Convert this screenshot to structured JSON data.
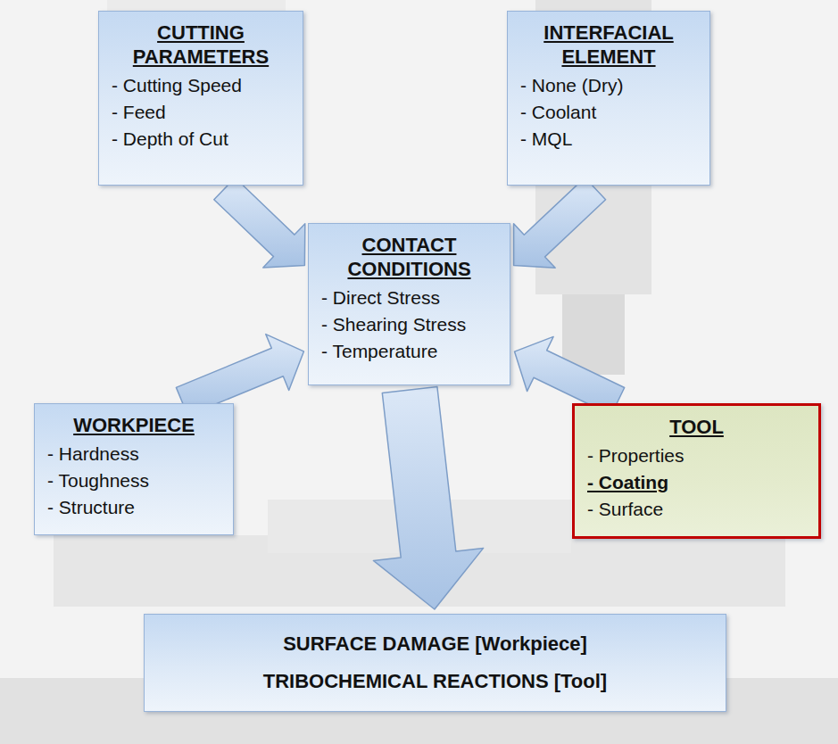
{
  "diagram": {
    "nodes": [
      {
        "text": [
          "CUTTING PARAMETERS",
          "- Cutting Speed",
          "- Feed",
          "- Depth of Cut"
        ]
      },
      {
        "text": [
          "INTERFACIAL ELEMENT",
          "- None (Dry)",
          "- Coolant",
          "- MQL"
        ]
      },
      {
        "text": [
          "CONTACT CONDITIONS",
          "- Direct Stress",
          "- Shearing Stress",
          "- Temperature"
        ]
      },
      {
        "text": [
          "WORKPIECE",
          "- Hardness",
          "- Toughness",
          "- Structure"
        ]
      },
      {
        "text": [
          "TOOL",
          "- Properties",
          "- Coating",
          "- Surface"
        ]
      },
      {
        "text": [
          "SURFACE DAMAGE [Workpiece]",
          "TRIBOCHEMICAL REACTIONS [Tool]"
        ]
      }
    ],
    "edges": [
      {
        "from": 0,
        "to": 2,
        "arrow": "to"
      },
      {
        "from": 1,
        "to": 2,
        "arrow": "to"
      },
      {
        "from": 3,
        "to": 2,
        "arrow": "to"
      },
      {
        "from": 4,
        "to": 2,
        "arrow": "to"
      },
      {
        "from": 2,
        "to": 5,
        "arrow": "to"
      }
    ]
  }
}
